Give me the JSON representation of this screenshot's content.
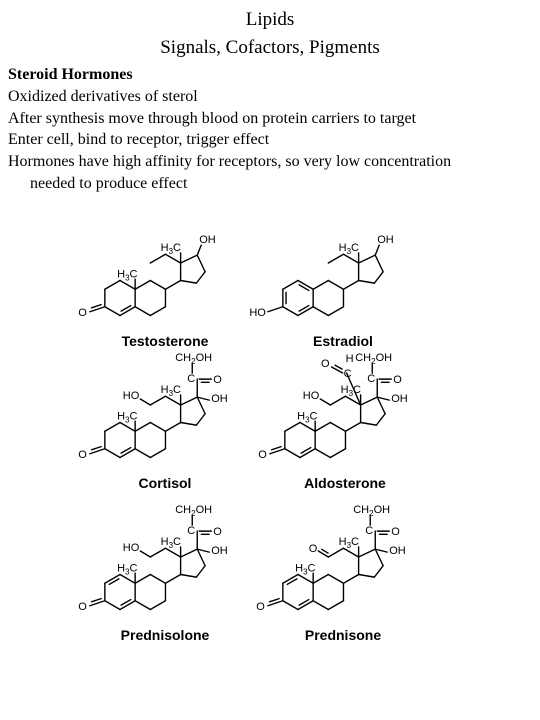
{
  "title": {
    "line1": "Lipids",
    "line2": "Signals, Cofactors, Pigments"
  },
  "body": {
    "heading": "Steroid Hormones",
    "lines": [
      "Oxidized derivatives of sterol",
      "After synthesis move through blood on protein carriers to target",
      "Enter cell, bind to receptor, trigger effect",
      "Hormones have high affinity for receptors, so very low concentration",
      "needed to produce effect"
    ]
  },
  "figure": {
    "labels": {
      "oh": "OH",
      "ho": "HO",
      "h": "H",
      "o": "O",
      "c": "C",
      "h3c_prefix": "H",
      "sub3": "3",
      "c_suffix": "C",
      "ch2oh_prefix": "CH",
      "sub2": "2",
      "oh_suffix": "OH",
      "ceq": "C=O"
    },
    "names": {
      "testosterone": "Testosterone",
      "estradiol": "Estradiol",
      "cortisol": "Cortisol",
      "aldosterone": "Aldosterone",
      "prednisolone": "Prednisolone",
      "prednisone": "Prednisone"
    }
  }
}
